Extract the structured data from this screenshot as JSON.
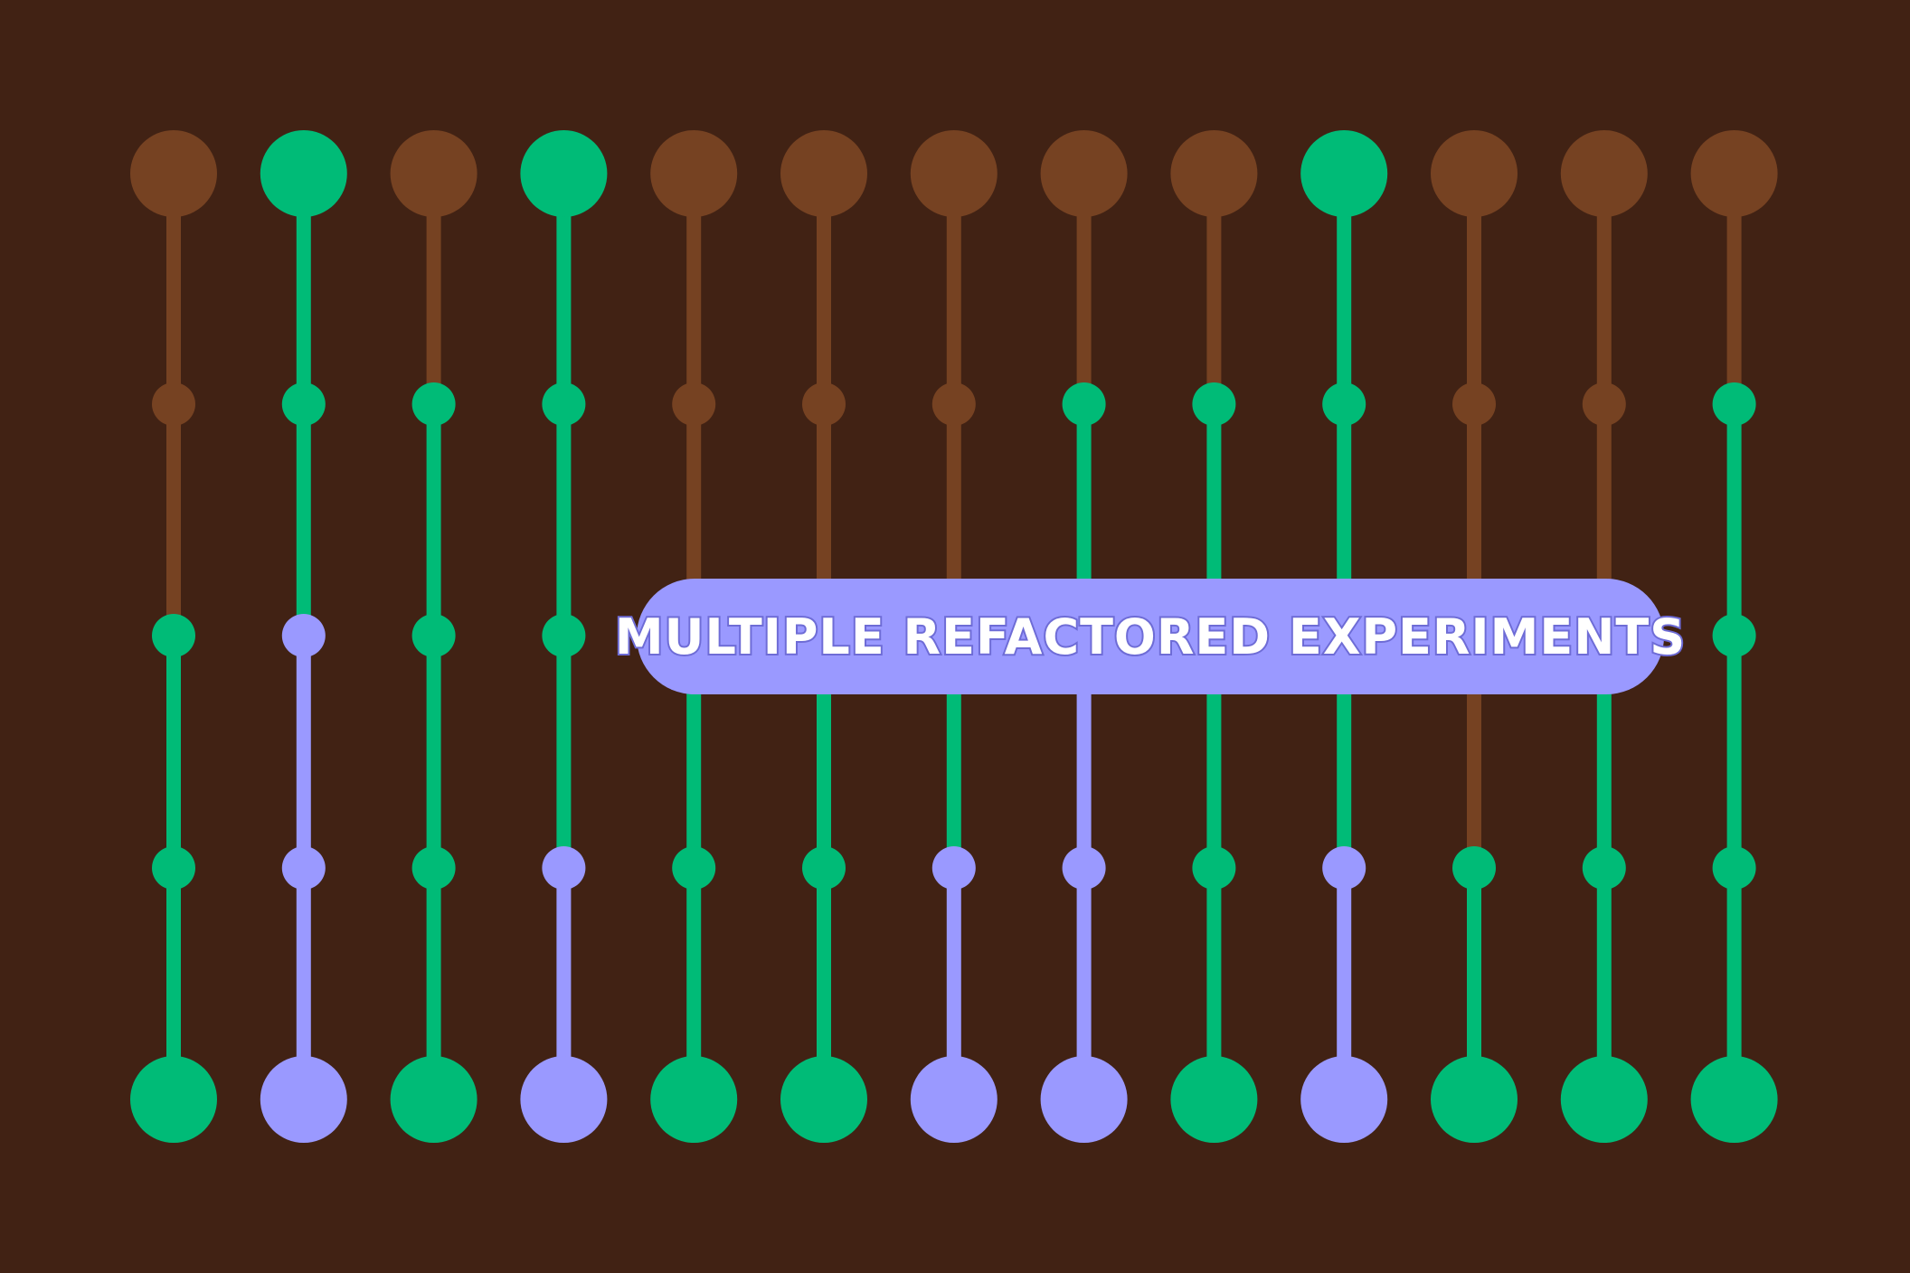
{
  "diagram": {
    "label": "MULTIPLE REFACTORED EXPERIMENTS",
    "colors": {
      "background": "#412214",
      "brown": "#764222",
      "green": "#00bb77",
      "purple": "#9a99ff"
    },
    "columns": [
      {
        "nodes": [
          "brown",
          "brown",
          "green",
          "green",
          "green"
        ],
        "segments": [
          "brown",
          "brown",
          "green",
          "green"
        ]
      },
      {
        "nodes": [
          "green",
          "green",
          "purple",
          "purple",
          "purple"
        ],
        "segments": [
          "green",
          "green",
          "purple",
          "purple"
        ]
      },
      {
        "nodes": [
          "brown",
          "green",
          "green",
          "green",
          "green"
        ],
        "segments": [
          "brown",
          "green",
          "green",
          "green"
        ]
      },
      {
        "nodes": [
          "green",
          "green",
          "green",
          "purple",
          "purple"
        ],
        "segments": [
          "green",
          "green",
          "green",
          "purple"
        ]
      },
      {
        "nodes": [
          "brown",
          "brown",
          "green",
          "green",
          "green"
        ],
        "segments": [
          "brown",
          "brown",
          "green",
          "green"
        ]
      },
      {
        "nodes": [
          "brown",
          "brown",
          "green",
          "green",
          "green"
        ],
        "segments": [
          "brown",
          "brown",
          "green",
          "green"
        ]
      },
      {
        "nodes": [
          "brown",
          "brown",
          "green",
          "purple",
          "purple"
        ],
        "segments": [
          "brown",
          "brown",
          "green",
          "purple"
        ]
      },
      {
        "nodes": [
          "brown",
          "green",
          "purple",
          "purple",
          "purple"
        ],
        "segments": [
          "brown",
          "green",
          "purple",
          "purple"
        ]
      },
      {
        "nodes": [
          "brown",
          "green",
          "green",
          "green",
          "green"
        ],
        "segments": [
          "brown",
          "green",
          "green",
          "green"
        ]
      },
      {
        "nodes": [
          "green",
          "green",
          "green",
          "purple",
          "purple"
        ],
        "segments": [
          "green",
          "green",
          "green",
          "purple"
        ]
      },
      {
        "nodes": [
          "brown",
          "brown",
          "brown",
          "green",
          "green"
        ],
        "segments": [
          "brown",
          "brown",
          "brown",
          "green"
        ]
      },
      {
        "nodes": [
          "brown",
          "brown",
          "green",
          "green",
          "green"
        ],
        "segments": [
          "brown",
          "brown",
          "green",
          "green"
        ]
      },
      {
        "nodes": [
          "brown",
          "green",
          "green",
          "green",
          "green"
        ],
        "segments": [
          "brown",
          "green",
          "green",
          "green"
        ]
      }
    ]
  }
}
